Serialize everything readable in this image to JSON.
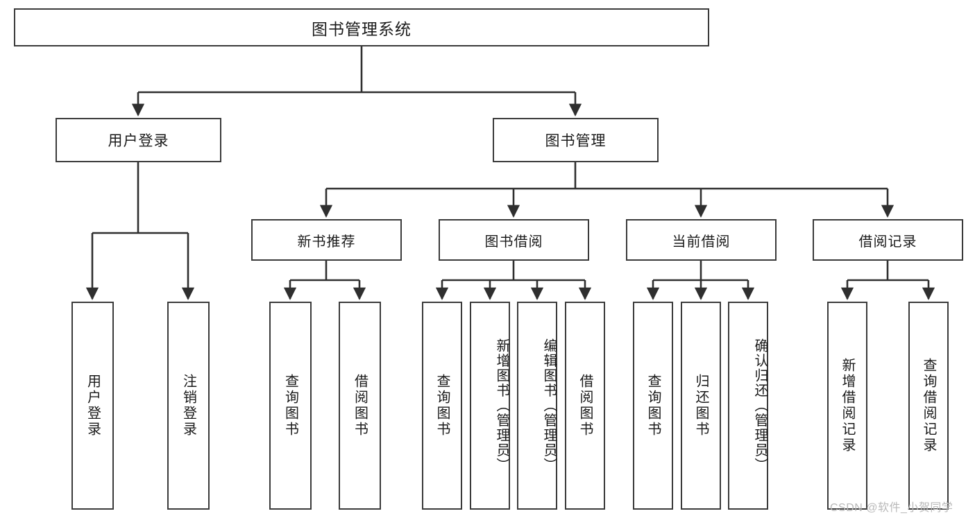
{
  "diagram": {
    "type": "hierarchy-tree",
    "title": "图书管理系统",
    "watermark": "CSDN @软件_小贺同学",
    "colors": {
      "box_border": "#3a3a3a",
      "box_fill": "#ffffff",
      "connector": "#2f2f2f",
      "text": "#1a1a1a",
      "watermark": "#b9b9b9",
      "background": "#ffffff"
    },
    "root": {
      "label": "图书管理系统"
    },
    "level2": [
      {
        "label": "用户登录"
      },
      {
        "label": "图书管理"
      }
    ],
    "level3": [
      {
        "label": "新书推荐"
      },
      {
        "label": "图书借阅"
      },
      {
        "label": "当前借阅"
      },
      {
        "label": "借阅记录"
      }
    ],
    "leaves": {
      "user_login": [
        {
          "label": "用户登录"
        },
        {
          "label": "注销登录"
        }
      ],
      "new_book_recommend": [
        {
          "label": "查询图书"
        },
        {
          "label": "借阅图书"
        }
      ],
      "book_borrow": [
        {
          "label": "查询图书"
        },
        {
          "label": "新增图书（管理员）"
        },
        {
          "label": "编辑图书（管理员）"
        },
        {
          "label": "借阅图书"
        }
      ],
      "current_borrow": [
        {
          "label": "查询图书"
        },
        {
          "label": "归还图书"
        },
        {
          "label": "确认归还（管理员）"
        }
      ],
      "borrow_record": [
        {
          "label": "新增借阅记录"
        },
        {
          "label": "查询借阅记录"
        }
      ]
    }
  }
}
